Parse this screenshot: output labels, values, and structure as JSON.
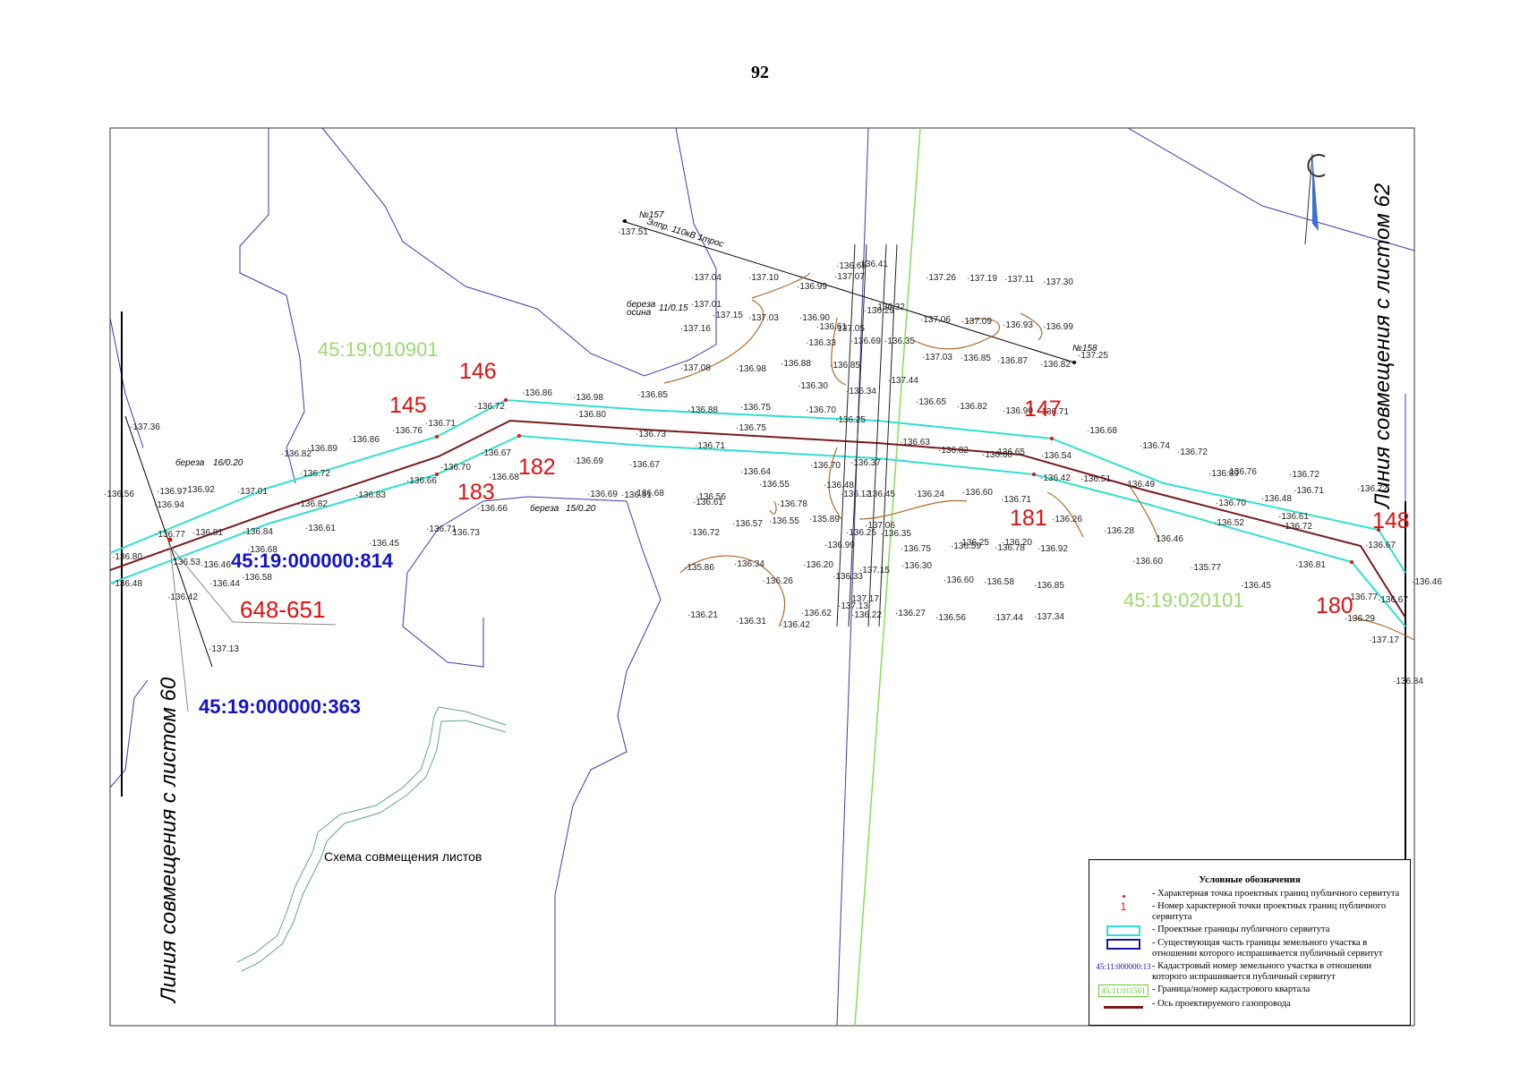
{
  "page_number": "92",
  "map": {
    "sheet_link_left": "Линия совмещения с листом 60",
    "sheet_link_right": "Линия совмещения с листом 62",
    "scheme_label": "Схема совмещения листов",
    "cadastral_quarters": [
      "45:19:010901",
      "45:19:020101"
    ],
    "parcels": [
      "45:19:000000:814",
      "45:19:000000:363"
    ],
    "point_group_label": "648-651",
    "points": [
      "145",
      "146",
      "147",
      "148",
      "180",
      "181",
      "182",
      "183"
    ],
    "power_line": {
      "label": "Элпр. 110кВ 1трос",
      "pole_start": "№157",
      "pole_end": "№158"
    },
    "trees": [
      "береза",
      "осина",
      "береза",
      "береза"
    ],
    "tree_fractions": [
      "16/0.20",
      "11/0.15",
      "15/0.20"
    ],
    "spot_heights": [
      "137.51",
      "137.04",
      "137.10",
      "136.99",
      "137.07",
      "137.26",
      "137.19",
      "137.11",
      "137.30",
      "137.01",
      "137.15",
      "137.03",
      "136.90",
      "137.06",
      "137.09",
      "136.93",
      "136.99",
      "137.16",
      "137.05",
      "137.08",
      "136.98",
      "136.88",
      "136.85",
      "137.03",
      "136.85",
      "136.87",
      "136.82",
      "137.25",
      "136.86",
      "136.98",
      "136.85",
      "136.72",
      "136.80",
      "136.88",
      "136.75",
      "136.70",
      "136.65",
      "136.82",
      "136.90",
      "136.71",
      "136.71",
      "136.73",
      "136.75",
      "136.68",
      "136.76",
      "136.89",
      "136.86",
      "136.82",
      "136.72",
      "136.63",
      "136.82",
      "136.65",
      "136.54",
      "136.74",
      "136.72",
      "136.76",
      "136.72",
      "137.36",
      "136.70",
      "136.67",
      "136.69",
      "136.67",
      "136.71",
      "136.70",
      "136.60",
      "136.42",
      "136.51",
      "136.49",
      "136.89",
      "136.97",
      "137.01",
      "136.92",
      "136.83",
      "136.66",
      "136.68",
      "136.68",
      "136.56",
      "136.64",
      "136.55",
      "136.24",
      "136.60",
      "136.71",
      "136.70",
      "136.71",
      "136.72",
      "136.56",
      "136.94",
      "136.82",
      "136.66",
      "136.69",
      "136.51",
      "136.61",
      "136.78",
      "136.48",
      "136.72",
      "136.26",
      "136.28",
      "136.46",
      "136.52",
      "136.61",
      "136.67",
      "136.77",
      "136.81",
      "136.84",
      "136.61",
      "136.71",
      "136.72",
      "136.57",
      "136.55",
      "135.89",
      "136.35",
      "136.25",
      "136.20",
      "136.92",
      "136.80",
      "136.68",
      "136.45",
      "136.73",
      "136.75",
      "136.59",
      "136.78",
      "136.53",
      "136.46",
      "136.58",
      "135.86",
      "136.34",
      "136.26",
      "136.20",
      "136.30",
      "136.60",
      "136.58",
      "136.85",
      "136.81",
      "136.77",
      "136.46",
      "136.48",
      "136.44",
      "136.42",
      "136.60",
      "135.77",
      "136.45",
      "136.29",
      "136.21",
      "136.31",
      "136.42",
      "136.62",
      "136.27",
      "136.56",
      "137.44",
      "137.34",
      "137.17",
      "137.13",
      "136.84",
      "136.67",
      "136.41",
      "136.32",
      "136.35",
      "137.44",
      "136.65",
      "136.61",
      "136.33",
      "136.30",
      "136.29",
      "136.69",
      "136.34",
      "136.25",
      "136.48",
      "136.45",
      "137.06",
      "136.99",
      "136.33",
      "136.25",
      "137.17",
      "137.15",
      "137.13",
      "136.22",
      "136.12",
      "136.37"
    ]
  },
  "legend": {
    "title": "Условные обозначения",
    "items": [
      {
        "symbol": "dot",
        "text": "- Характерная точка проектных границ публичного сервитута"
      },
      {
        "symbol": "num",
        "symbol_text": "1",
        "text": "- Номер характерной точки проектных границ публичного сервитута"
      },
      {
        "symbol": "cyan",
        "text": "- Проектные границы публичного сервитута"
      },
      {
        "symbol": "blue",
        "text": "- Существующая часть границы земельного участка в отношении которого испрашивается публичный сервитут"
      },
      {
        "symbol": "cadnum",
        "symbol_text": "45:11:000000:13",
        "text": "- Кадастровый номер земельного участка в отношении которого испрашивается публичный сервитут"
      },
      {
        "symbol": "quarter",
        "symbol_text": "45:11:011501",
        "text": "- Граница/номер кадастрового квартала"
      },
      {
        "symbol": "axis",
        "text": "- Ось проектируемого газопровода"
      }
    ]
  },
  "colors": {
    "servitude_boundary": "#2fe0cf",
    "parcel_boundary": "#3a3ab0",
    "pipeline_axis": "#7b1a1a",
    "quarter_boundary": "#88dd55",
    "point_labels": "#e01010",
    "contour_lines": "#b06a2a"
  }
}
